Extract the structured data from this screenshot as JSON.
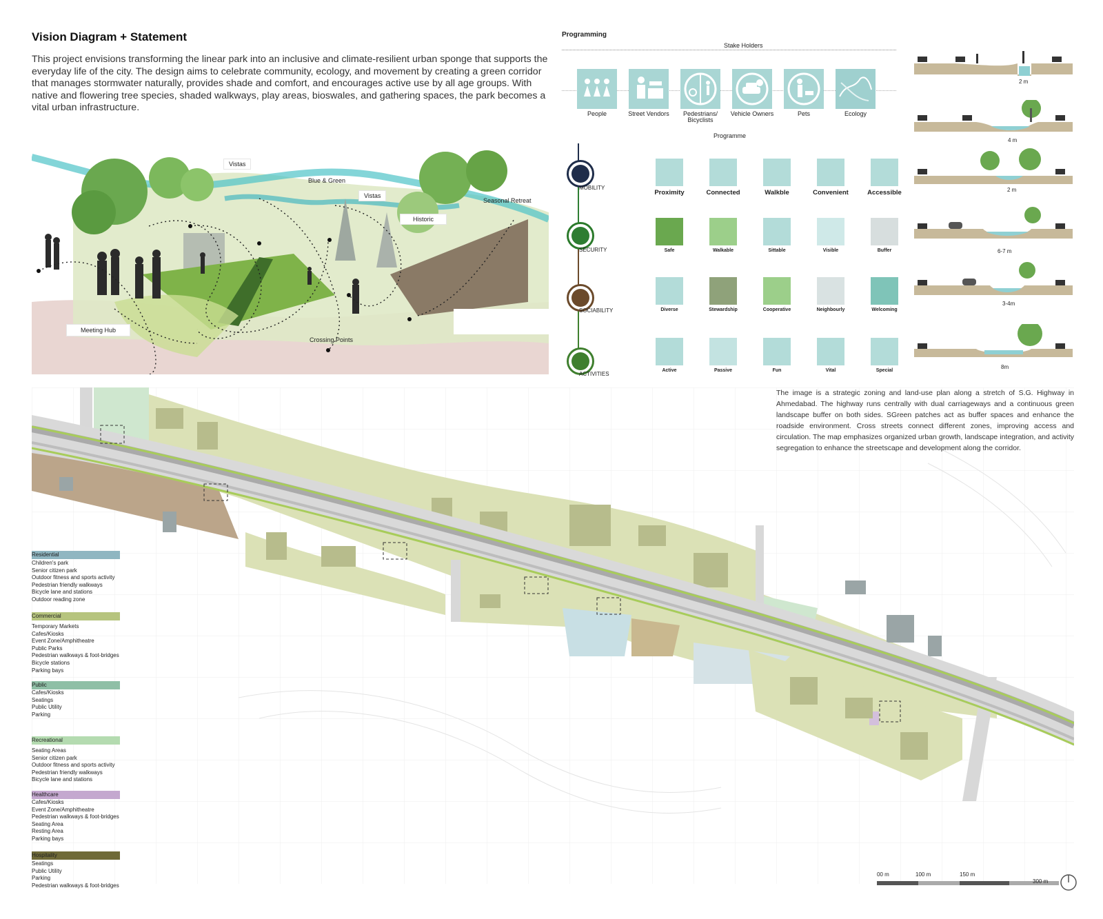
{
  "vision": {
    "title": "Vision Diagram + Statement",
    "statement": "This project envisions transforming the linear park into an inclusive and climate-resilient urban sponge that supports the everyday life of the city. The design aims to celebrate community, ecology, and movement by creating a green corridor that manages stormwater naturally, provides shade and comfort, and encourages active use by all age groups. With native and flowering tree species, shaded walkways, play areas, bioswales, and gathering spaces, the park becomes a vital urban infrastructure.",
    "callouts": {
      "vistas_1": "Vistas",
      "blue_green": "Blue & Green",
      "vistas_2": "Vistas",
      "seasonal_retreat": "Seasonal Retreat",
      "historic": "Historic",
      "meeting_hub": "Meeting Hub",
      "crossing_points": "Crossing Points"
    }
  },
  "programming": {
    "title": "Programming",
    "stakeholders_title": "Stake Holders",
    "stakeholders": [
      {
        "label": "People",
        "icon": "people-icon"
      },
      {
        "label": "Street Vendors",
        "icon": "street-vendor-icon"
      },
      {
        "label": "Pedestrians/ Bicyclists",
        "icon": "pedestrian-bicycle-icon"
      },
      {
        "label": "Vehicle Owners",
        "icon": "car-icon"
      },
      {
        "label": "Pets",
        "icon": "pet-icon"
      },
      {
        "label": "Ecology",
        "icon": "ecology-map-icon"
      }
    ],
    "programme_title": "Programme",
    "categories": [
      {
        "label": "MOBILITY",
        "color": "#1f2d4a"
      },
      {
        "label": "SECURITY",
        "color": "#2e7d32"
      },
      {
        "label": "SOCIABILITY",
        "color": "#6b4a2b"
      },
      {
        "label": "ACTIVITIES",
        "color": "#3f7f2e"
      }
    ],
    "rows": [
      [
        "Proximity",
        "Connected",
        "Walkble",
        "Convenient",
        "Accessible"
      ],
      [
        "Safe",
        "Walkable",
        "Sittable",
        "Visible",
        "Buffer"
      ],
      [
        "Diverse",
        "Stewardship",
        "Cooperative",
        "Neighbourly",
        "Welcoming"
      ],
      [
        "Active",
        "Passive",
        "Fun",
        "Vital",
        "Special"
      ]
    ]
  },
  "sections": [
    {
      "dimension": "2 m"
    },
    {
      "dimension": "4 m"
    },
    {
      "dimension": "2 m"
    },
    {
      "dimension": "6-7 m"
    },
    {
      "dimension": "3-4m"
    },
    {
      "dimension": "8m"
    }
  ],
  "map": {
    "description": "The image is a strategic zoning and land-use plan along a stretch of S.G. Highway in Ahmedabad. The highway runs centrally with dual carriageways and a continuous green landscape buffer on both sides. SGreen patches act as buffer spaces and enhance the roadside environment. Cross streets connect different zones, improving access and circulation. The map emphasizes organized urban growth, landscape integration, and activity segregation to enhance the streetscape and development along the corridor.",
    "legend": [
      {
        "name": "Residential",
        "color": "#8fb6c1",
        "items": [
          "Children's park",
          "Senior citizen park",
          "Outdoor fitness and sports activity",
          "Pedestrian friendly walkways",
          "Bicycle lane and stations",
          "Outdoor reading zone"
        ]
      },
      {
        "name": "Commercial",
        "color": "#b6c47e",
        "items": [
          "Temporary Markets",
          "Cafes/Kiosks",
          "Event Zone/Amphitheatre",
          "Public Parks",
          "Pedestrian walkways & foot-bridges",
          "Bicycle stations",
          "Parking bays"
        ]
      },
      {
        "name": "Public",
        "color": "#8fbfa6",
        "items": [
          "Cafes/Kiosks",
          "Seatings",
          "Public Utility",
          "Parking"
        ]
      },
      {
        "name": "Recreational",
        "color": "#b4dbb0",
        "items": [
          "Seating Areas",
          "Senior citizen park",
          "Outdoor fitness and sports activity",
          "Pedestrian friendly walkways",
          "Bicycle lane and stations"
        ]
      },
      {
        "name": "Healthcare",
        "color": "#c4a8cf",
        "items": [
          "Cafes/Kiosks",
          "Event Zone/Amphitheatre",
          "Pedestrian walkways & foot-bridges",
          "Seating Area",
          "Resting Area",
          "Parking bays"
        ]
      },
      {
        "name": "Hospitality",
        "color": "#6f6a38",
        "items": [
          "Seatings",
          "Public Utility",
          "Parking",
          "Pedestrian walkways & foot-bridges"
        ]
      }
    ],
    "scale": [
      "00 m",
      "100 m",
      "150 m",
      "300 m"
    ]
  }
}
